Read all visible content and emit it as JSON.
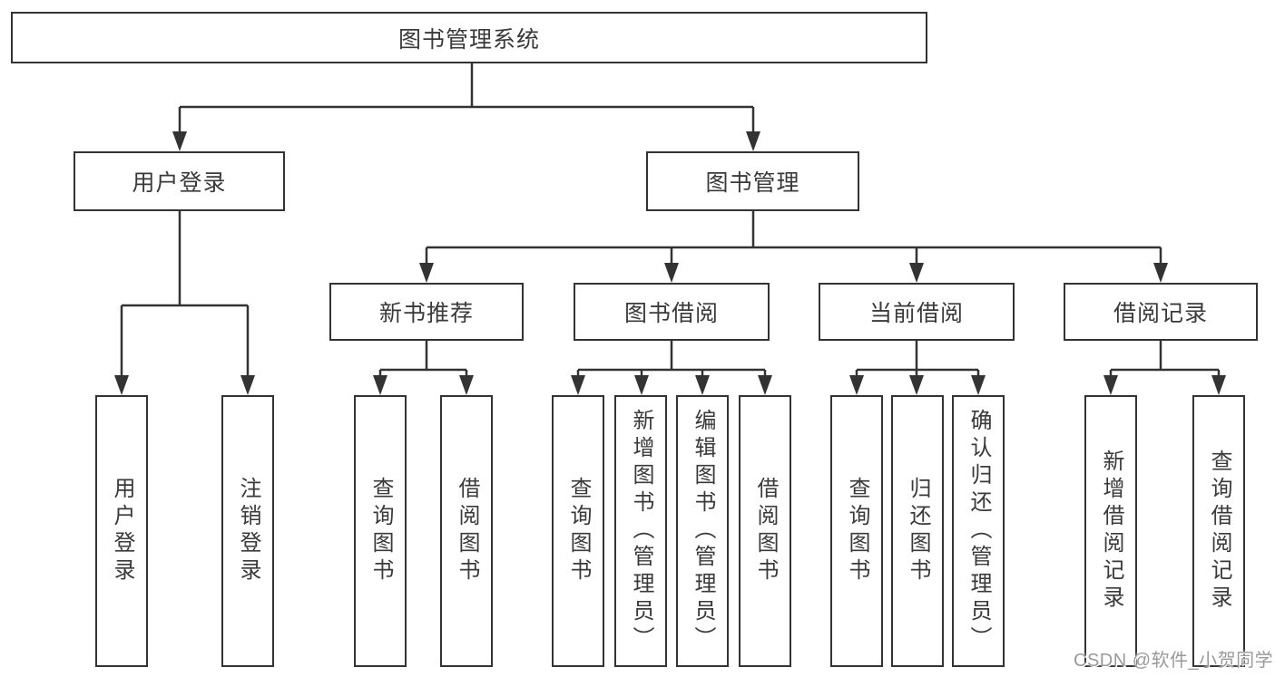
{
  "diagram": {
    "root": {
      "label": "图书管理系统"
    },
    "level2": {
      "user": {
        "label": "用户登录"
      },
      "book": {
        "label": "图书管理"
      }
    },
    "level3": {
      "recommend": {
        "label": "新书推荐"
      },
      "borrow": {
        "label": "图书借阅"
      },
      "current": {
        "label": "当前借阅"
      },
      "records": {
        "label": "借阅记录"
      }
    },
    "leaves": {
      "user": [
        "用户登录",
        "注销登录"
      ],
      "recommend": [
        "查询图书",
        "借阅图书"
      ],
      "borrow": [
        "查询图书",
        "新增图书（管理员）",
        "编辑图书（管理员）",
        "借阅图书"
      ],
      "current": [
        "查询图书",
        "归还图书",
        "确认归还（管理员）"
      ],
      "records": [
        "新增借阅记录",
        "查询借阅记录"
      ]
    }
  },
  "watermark": "CSDN @软件_小贺同学",
  "colors": {
    "line": "#333333",
    "text": "#3a3a3a",
    "background": "#ffffff",
    "watermark": "#9a9a9a"
  }
}
